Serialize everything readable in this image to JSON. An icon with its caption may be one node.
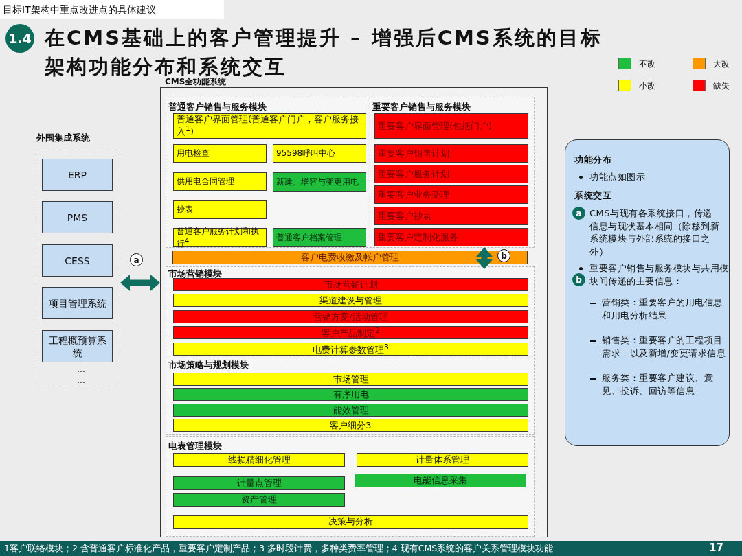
{
  "diagram": {
    "title": "在CMS基础上的客户管理提升 – 增强后CMS系统的目标架构功能分布和系统交互",
    "nodes": [
      {
        "text": [
          "外围集成系统"
        ]
      },
      {
        "text": [
          "ERP"
        ],
        "in": 0
      },
      {
        "text": [
          "PMS"
        ],
        "in": 0
      },
      {
        "text": [
          "CESS"
        ],
        "in": 0
      },
      {
        "text": [
          "项目管理系统"
        ],
        "in": 0
      },
      {
        "text": [
          "工程概预算系统"
        ],
        "in": 0
      },
      {
        "text": [
          "CMS全功能系统"
        ]
      },
      {
        "text": [
          "普通客户销售与服务模块"
        ],
        "in": 6
      },
      {
        "text": [
          "普通客户界面管理(普通客户门户，客户服务接入$^{1}$)"
        ],
        "in": 7
      },
      {
        "text": [
          "用电检查"
        ],
        "in": 7
      },
      {
        "text": [
          "95598呼叫中心"
        ],
        "in": 7
      },
      {
        "text": [
          "供用电合同管理"
        ],
        "in": 7
      },
      {
        "text": [
          "新建、增容与变更用电"
        ],
        "in": 7
      },
      {
        "text": [
          "抄表"
        ],
        "in": 7
      },
      {
        "text": [
          "普通客户服务计划和执行$^{4}$"
        ],
        "in": 7
      },
      {
        "text": [
          "普通客户档案管理"
        ],
        "in": 7
      },
      {
        "text": [
          "重要客户销售与服务模块"
        ],
        "in": 6
      },
      {
        "text": [
          "重要客户界面管理(包括门户)"
        ],
        "in": 16
      },
      {
        "text": [
          "重要客户销售计划"
        ],
        "in": 16
      },
      {
        "text": [
          "重要客户服务计划"
        ],
        "in": 16
      },
      {
        "text": [
          "重要客户业务受理"
        ],
        "in": 16
      },
      {
        "text": [
          "重要客户抄表"
        ],
        "in": 16
      },
      {
        "text": [
          "重要客户定制化服务"
        ],
        "in": 16
      },
      {
        "text": [
          "客户电费收缴及帐户管理"
        ],
        "in": 6
      },
      {
        "text": [
          "市场营销模块"
        ],
        "in": 6
      },
      {
        "text": [
          "市场营销计划"
        ],
        "in": 24
      },
      {
        "text": [
          "渠道建设与管理"
        ],
        "in": 24
      },
      {
        "text": [
          "营销方案/活动管理"
        ],
        "in": 24
      },
      {
        "text": [
          "客户产品制定$^{2}$"
        ],
        "in": 24
      },
      {
        "text": [
          "电费计算参数管理$^{3}$"
        ],
        "in": 24
      },
      {
        "text": [
          "市场策略与规划模块"
        ],
        "in": 6
      },
      {
        "text": [
          "市场管理"
        ],
        "in": 30
      },
      {
        "text": [
          "有序用电"
        ],
        "in": 30
      },
      {
        "text": [
          "能效管理"
        ],
        "in": 30
      },
      {
        "text": [
          "客户细分3"
        ],
        "in": 30
      },
      {
        "text": [
          "电表管理模块"
        ],
        "in": 6
      },
      {
        "text": [
          "线损精细化管理"
        ],
        "in": 35
      },
      {
        "text": [
          "计量体系管理"
        ],
        "in": 35
      },
      {
        "text": [
          "计量点管理"
        ],
        "in": 35
      },
      {
        "text": [
          "电能信息采集"
        ],
        "in": 35
      },
      {
        "text": [
          "资产管理"
        ],
        "in": 35
      },
      {
        "text": [
          "决策与分析"
        ],
        "in": 35
      },
      {
        "text": [
          "功能分布",
          "功能点如图示",
          "系统交互",
          "CMS与现有各系统接口，传递信息与现状基本相同（除移到新系统模块与外部系统的接口之外）",
          "重要客户销售与服务模块与共用模块间传递的主要信息：",
          "营销类：重要客户的用电信息和用电分析结果",
          "销售类：重要客户的工程项目需求，以及新增/变更请求信息",
          "服务类：重要客户建议、意见、投诉、回访等信息"
        ]
      }
    ],
    "edges": [
      {
        "from": 0,
        "to": 6,
        "arrow": "both"
      },
      {
        "from": 16,
        "to": 24,
        "arrow": "both"
      }
    ],
    "labels": [
      "目标IT架构中重点改进点的具体建议",
      "1.4",
      "…",
      "…",
      "a",
      "b",
      "a",
      "b",
      "1客户联络模块；2 含普通客户标准化产品，重要客户定制产品；3 多时段计费，多种类费率管理；4 现有CMS系统的客户关系管理模块功能",
      "17"
    ],
    "legend": [
      {
        "text": "不改",
        "color": "#1fbe3c"
      },
      {
        "text": "大改",
        "color": "#ff9900"
      },
      {
        "text": "小改",
        "color": "#ffff00"
      },
      {
        "text": "缺失",
        "color": "#ff0000"
      }
    ]
  }
}
